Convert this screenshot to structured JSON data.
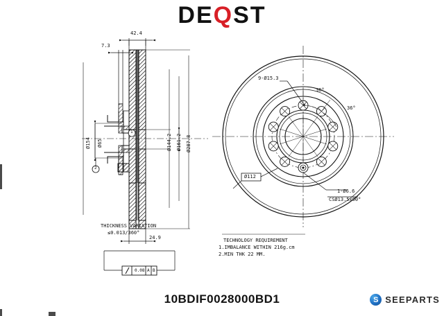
{
  "document": {
    "brand": {
      "prefix": "DE",
      "q": "Q",
      "suffix": "ST"
    },
    "part_number": "10BDIF0028000BD1",
    "footer_logo": {
      "mark": "seeparts-circle-icon",
      "text": "SEEPARTS"
    },
    "background_color": "#ffffff",
    "line_color": "#111111",
    "accent_color": "#d81f26",
    "logo_blue": "#1f6fc4"
  },
  "section_view": {
    "title": "brake-disc-cross-section",
    "dimensions": {
      "overall_thickness": "42.4",
      "hat_thickness": "7.3",
      "hub_face_offset": "24.9",
      "outer_diameter": "Ø154",
      "center_bore": "Ø65",
      "inner_friction_dia": "Ø144.2",
      "mid_dia": "Ø161.2",
      "full_disc_dia": "Ø287.8"
    },
    "notes": {
      "thickness_variation_line1": "THICKNESS VARIATION",
      "thickness_variation_line2": "≤0.013/360°"
    },
    "balloon_labels": [
      "1",
      "2"
    ],
    "feature_control_frame": {
      "symbol": "runout-symbol",
      "tolerance": "0.08",
      "datum_a": "A",
      "datum_b": "B"
    }
  },
  "face_view": {
    "title": "brake-disc-face-view",
    "callouts": {
      "bolt_holes": "9-Ø15.3",
      "angle_1": "36°",
      "angle_2": "36°",
      "bolt_circle": "Ø112",
      "locating_hole_line1": "1-Ø6.6",
      "locating_hole_line2": "CSØ13.5x90°"
    },
    "technology_requirement": {
      "heading": "TECHNOLOGY REQUIREMENT",
      "items": [
        "1.IMBALANCE WITHIN 216g.cm",
        "2.MIN THK 22 MM."
      ]
    }
  }
}
